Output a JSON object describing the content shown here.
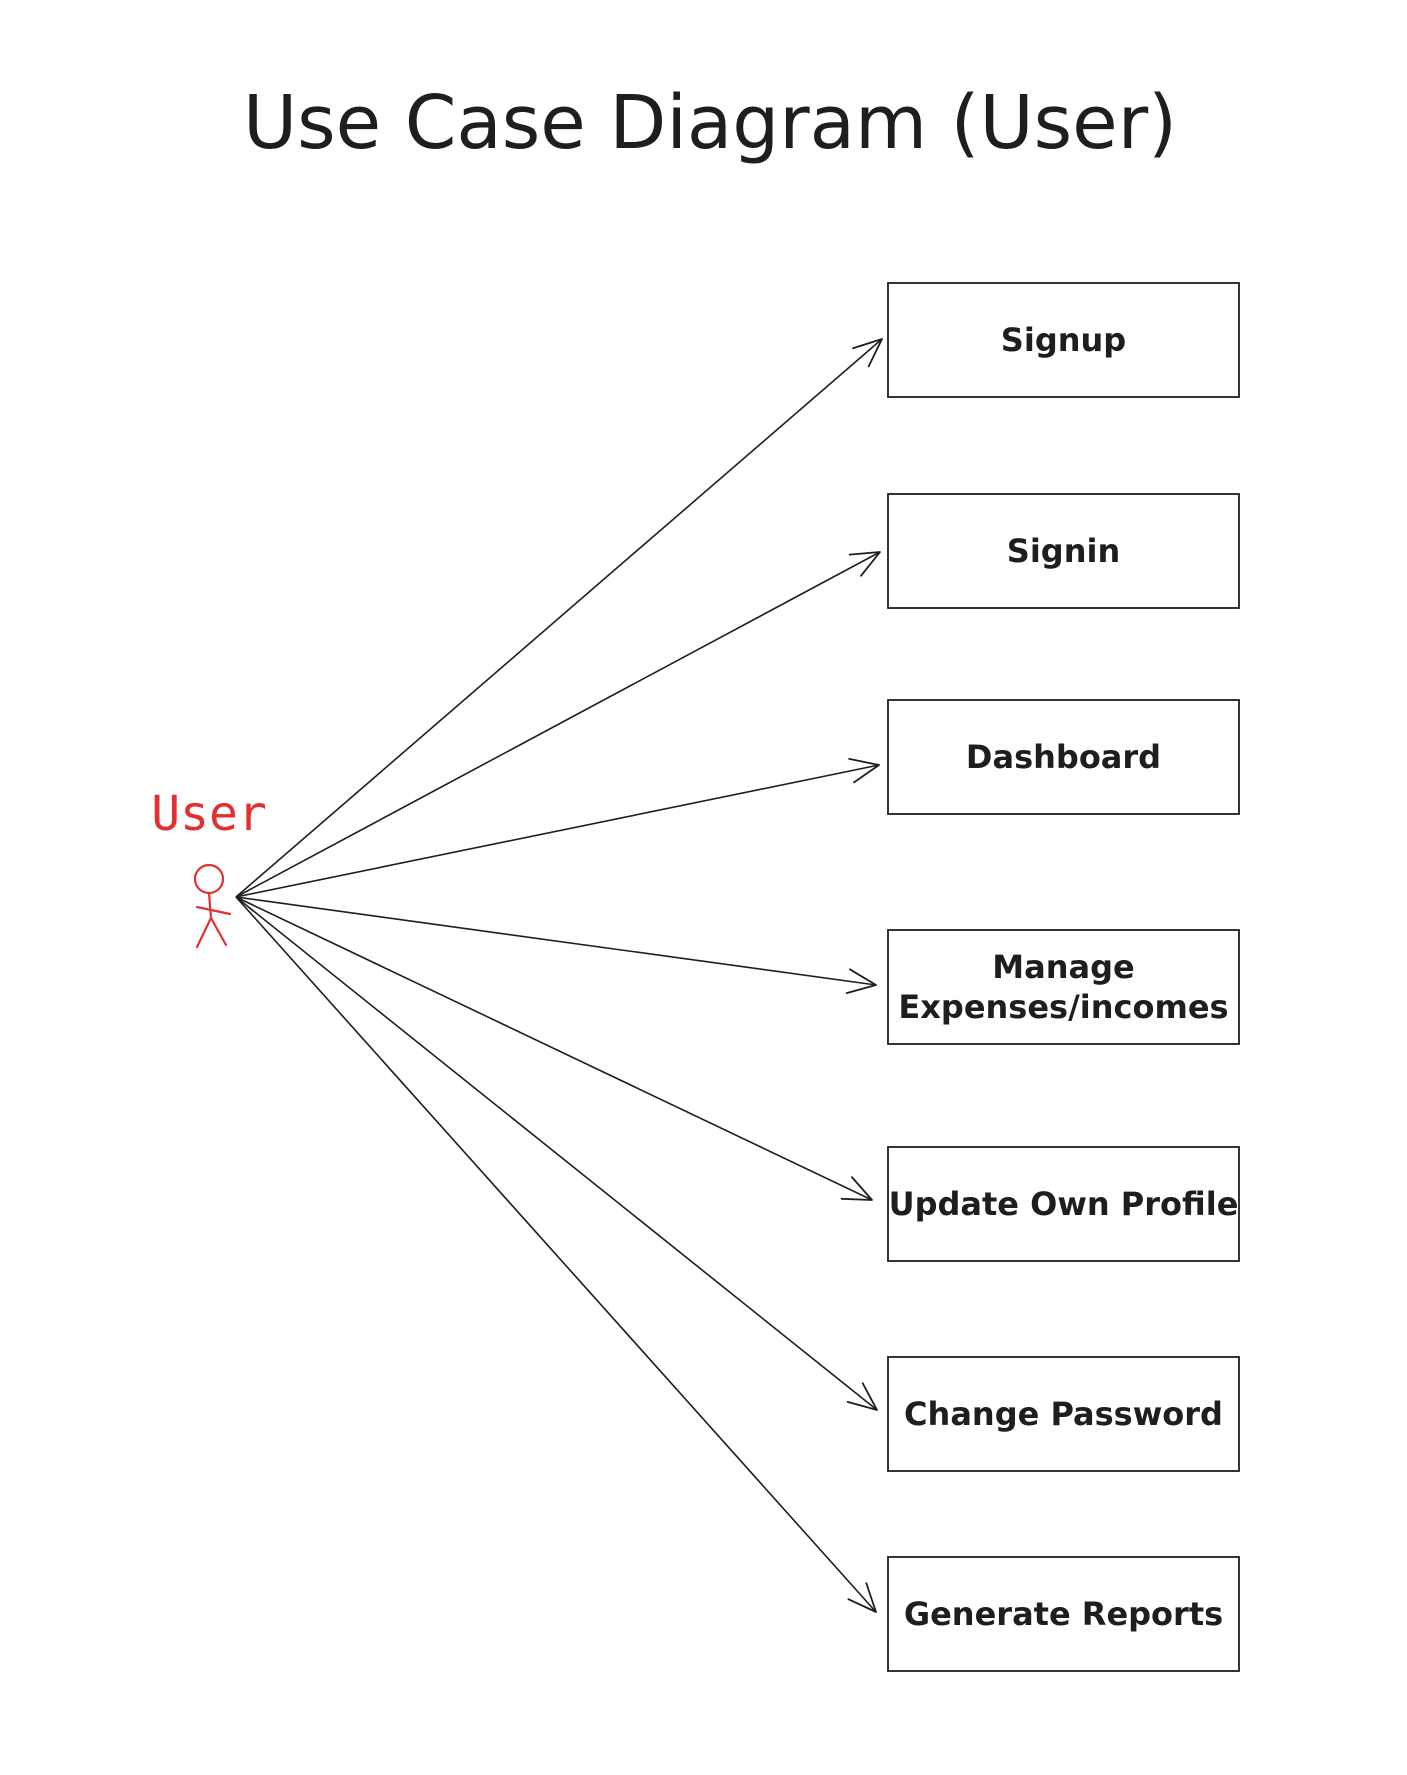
{
  "diagram": {
    "title": "Use Case Diagram (User)",
    "actor": {
      "name": "User"
    },
    "use_cases": [
      {
        "id": "signup",
        "lines": [
          "Signup"
        ]
      },
      {
        "id": "signin",
        "lines": [
          "Signin"
        ]
      },
      {
        "id": "dashboard",
        "lines": [
          "Dashboard"
        ]
      },
      {
        "id": "manage-expenses-incomes",
        "lines": [
          "Manage",
          "Expenses/incomes"
        ]
      },
      {
        "id": "update-own-profile",
        "lines": [
          "Update Own Profile"
        ]
      },
      {
        "id": "change-password",
        "lines": [
          "Change Password"
        ]
      },
      {
        "id": "generate-reports",
        "lines": [
          "Generate Reports"
        ]
      }
    ],
    "colors": {
      "ink": "#1e1e1e",
      "actor": "#e03131",
      "background": "#ffffff"
    }
  }
}
